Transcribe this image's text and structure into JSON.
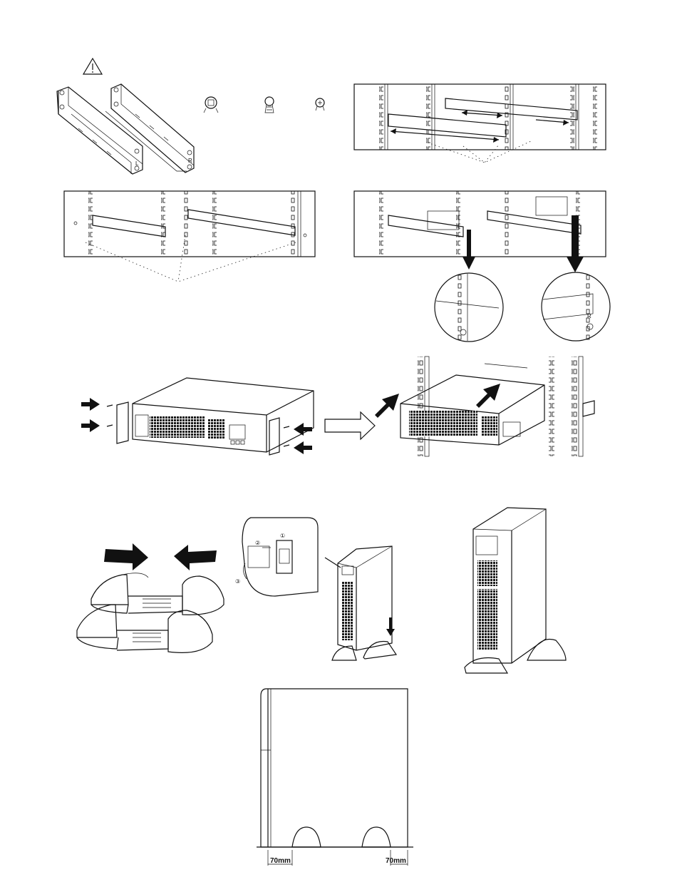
{
  "icons": {
    "warning": "warning-triangle-icon",
    "circled_numbers": [
      "①",
      "②",
      "③"
    ]
  },
  "labels": {
    "rail_left": "L",
    "rail_right": "R",
    "bracket_right": "R",
    "clearance_left": "70mm",
    "clearance_right": "70mm"
  },
  "colors": {
    "line": "#111111",
    "grille": "#1a1a1a",
    "paper": "#ffffff"
  }
}
